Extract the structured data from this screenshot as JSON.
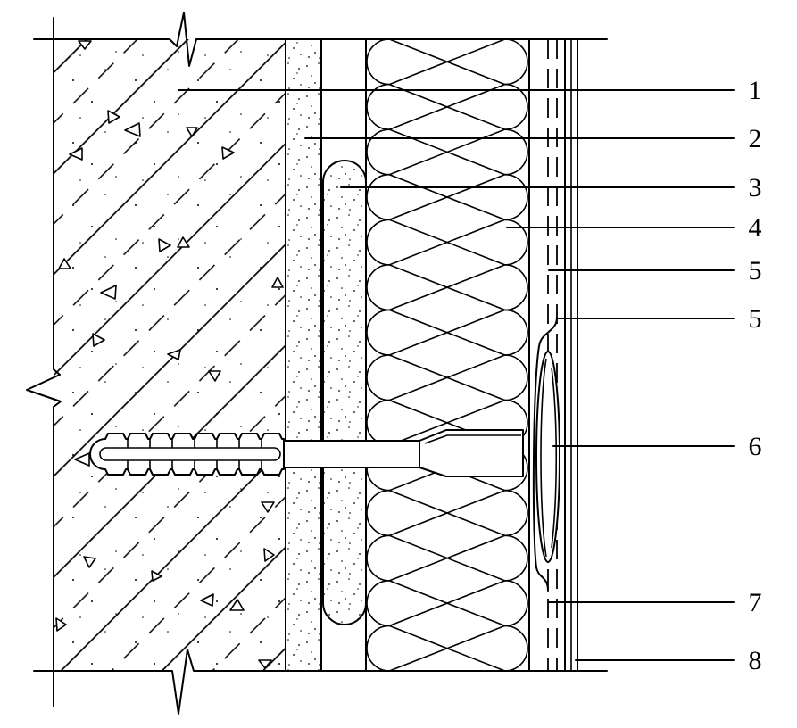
{
  "callouts": [
    {
      "label": "1"
    },
    {
      "label": "2"
    },
    {
      "label": "3"
    },
    {
      "label": "4"
    },
    {
      "label": "5"
    },
    {
      "label": "5"
    },
    {
      "label": "6"
    },
    {
      "label": "7"
    },
    {
      "label": "8"
    }
  ],
  "colors": {
    "line": "#000000",
    "background": "#ffffff"
  }
}
